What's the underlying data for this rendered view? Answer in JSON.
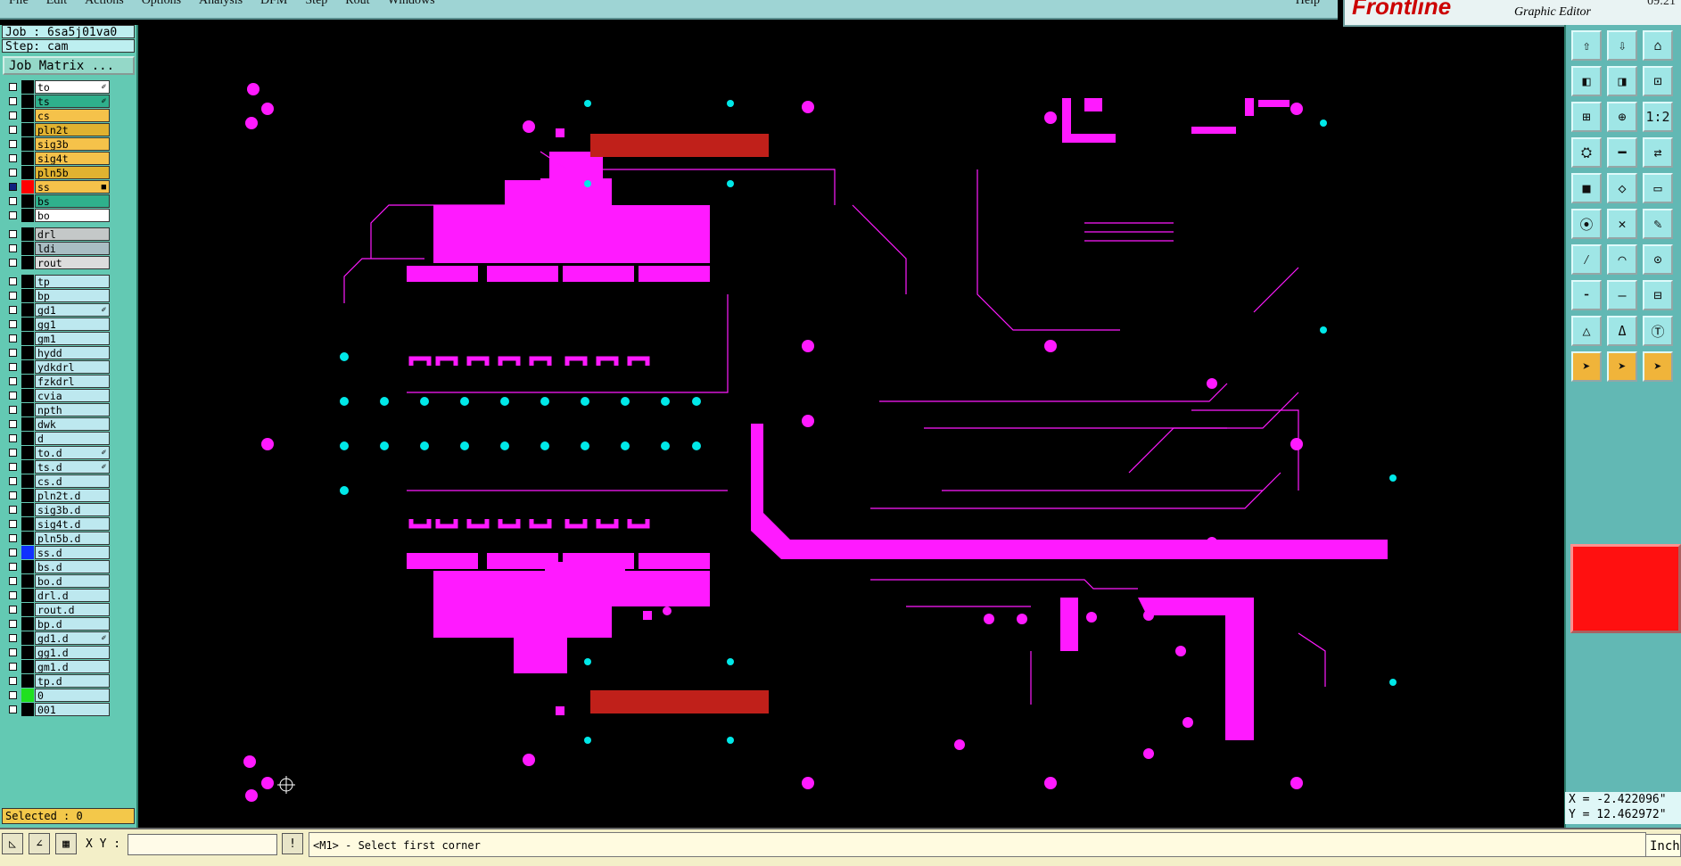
{
  "menu": [
    "File",
    "Edit",
    "Actions",
    "Options",
    "Analysis",
    "DFM",
    "Step",
    "Rout",
    "Windows"
  ],
  "help": "Help",
  "brand": {
    "logo": "Frontline",
    "subtitle": "Graphic Editor",
    "time": "09:21"
  },
  "job": {
    "job_label": "Job : 6sa5j01va0",
    "step_label": "Step: cam",
    "matrix_button": "Job Matrix ..."
  },
  "layers": [
    {
      "name": "to",
      "color": "#ffffff",
      "marker": "✐",
      "group": 1
    },
    {
      "name": "ts",
      "color": "#2fb08c",
      "marker": "✐",
      "group": 1
    },
    {
      "name": "cs",
      "color": "#f5c24a",
      "marker": "",
      "group": 1
    },
    {
      "name": "pln2t",
      "color": "#e0b230",
      "marker": "",
      "group": 1
    },
    {
      "name": "sig3b",
      "color": "#f5c24a",
      "marker": "",
      "group": 1
    },
    {
      "name": "sig4t",
      "color": "#f5c24a",
      "marker": "",
      "group": 1
    },
    {
      "name": "pln5b",
      "color": "#e0b230",
      "marker": "",
      "group": 1
    },
    {
      "name": "ss",
      "color": "#f5c24a",
      "marker": "■",
      "swatch": "#ff0000",
      "group": 1,
      "active": true
    },
    {
      "name": "bs",
      "color": "#2fb08c",
      "marker": "",
      "group": 1
    },
    {
      "name": "bo",
      "color": "#ffffff",
      "marker": "",
      "group": 1
    },
    {
      "name": "drl",
      "color": "#c4c8c8",
      "marker": "",
      "group": 2
    },
    {
      "name": "ldi",
      "color": "#a9bdc3",
      "marker": "",
      "group": 2
    },
    {
      "name": "rout",
      "color": "#dcdcdc",
      "marker": "",
      "group": 2
    },
    {
      "name": "tp",
      "color": "#bde8ef",
      "marker": "",
      "group": 3
    },
    {
      "name": "bp",
      "color": "#bde8ef",
      "marker": "",
      "group": 3
    },
    {
      "name": "gd1",
      "color": "#bde8ef",
      "marker": "✐",
      "group": 3
    },
    {
      "name": "gg1",
      "color": "#bde8ef",
      "marker": "",
      "group": 3
    },
    {
      "name": "gm1",
      "color": "#bde8ef",
      "marker": "",
      "group": 3
    },
    {
      "name": "hydd",
      "color": "#bde8ef",
      "marker": "",
      "group": 3
    },
    {
      "name": "ydkdrl",
      "color": "#bde8ef",
      "marker": "",
      "group": 3
    },
    {
      "name": "fzkdrl",
      "color": "#bde8ef",
      "marker": "",
      "group": 3
    },
    {
      "name": "cvia",
      "color": "#bde8ef",
      "marker": "",
      "group": 3
    },
    {
      "name": "npth",
      "color": "#bde8ef",
      "marker": "",
      "group": 3
    },
    {
      "name": "dwk",
      "color": "#bde8ef",
      "marker": "",
      "group": 3
    },
    {
      "name": "d",
      "color": "#bde8ef",
      "marker": "",
      "group": 3
    },
    {
      "name": "to.d",
      "color": "#bde8ef",
      "marker": "✐",
      "group": 3
    },
    {
      "name": "ts.d",
      "color": "#bde8ef",
      "marker": "✐",
      "group": 3
    },
    {
      "name": "cs.d",
      "color": "#bde8ef",
      "marker": "",
      "group": 3
    },
    {
      "name": "pln2t.d",
      "color": "#bde8ef",
      "marker": "",
      "group": 3
    },
    {
      "name": "sig3b.d",
      "color": "#bde8ef",
      "marker": "",
      "group": 3
    },
    {
      "name": "sig4t.d",
      "color": "#bde8ef",
      "marker": "",
      "group": 3
    },
    {
      "name": "pln5b.d",
      "color": "#bde8ef",
      "marker": "",
      "group": 3
    },
    {
      "name": "ss.d",
      "color": "#bde8ef",
      "marker": "",
      "swatch": "#1030ff",
      "group": 3
    },
    {
      "name": "bs.d",
      "color": "#bde8ef",
      "marker": "",
      "group": 3
    },
    {
      "name": "bo.d",
      "color": "#bde8ef",
      "marker": "",
      "group": 3
    },
    {
      "name": "drl.d",
      "color": "#bde8ef",
      "marker": "",
      "group": 3
    },
    {
      "name": "rout.d",
      "color": "#bde8ef",
      "marker": "",
      "group": 3
    },
    {
      "name": "bp.d",
      "color": "#bde8ef",
      "marker": "",
      "group": 3
    },
    {
      "name": "gd1.d",
      "color": "#bde8ef",
      "marker": "✐",
      "group": 3
    },
    {
      "name": "gg1.d",
      "color": "#bde8ef",
      "marker": "",
      "group": 3
    },
    {
      "name": "gm1.d",
      "color": "#bde8ef",
      "marker": "",
      "group": 3
    },
    {
      "name": "tp.d",
      "color": "#bde8ef",
      "marker": "",
      "group": 3
    },
    {
      "name": "0",
      "color": "#bde8ef",
      "marker": "",
      "swatch": "#20e020",
      "group": 3
    },
    {
      "name": "001",
      "color": "#bde8ef",
      "marker": "",
      "group": 3
    }
  ],
  "selected_label": "Selected : 0",
  "canvas": {
    "feature_color": "#ff1aff",
    "pad_color": "#00e8e8",
    "text_color": "#c0201a"
  },
  "coords": {
    "x": "X = -2.422096\"",
    "y": "Y = 12.462972\""
  },
  "status": {
    "xy_label": "X Y :",
    "xy_value": "",
    "prompt": "<M1> - Select first corner",
    "units": "Inch"
  },
  "toolbar_icons": [
    "move-up-icon",
    "move-down-icon",
    "home-icon",
    "zoom-left-icon",
    "zoom-right-icon",
    "zoom-fit-icon",
    "fit-icon",
    "zoom-home-icon",
    "one-to-one-icon",
    "measure-icon",
    "line-icon",
    "select-layer-icon",
    "rect-icon",
    "polygon-icon",
    "ruler-icon",
    "connect-icon",
    "delete-icon",
    "draw-icon",
    "slash-icon",
    "arc-icon",
    "arc-center-icon",
    "pad-icon",
    "dash-icon",
    "split-icon",
    "triangle-icon",
    "triangle-a-icon",
    "triangle-t-icon",
    "pointer-icon",
    "pointer2-icon",
    "pointer3-icon"
  ]
}
